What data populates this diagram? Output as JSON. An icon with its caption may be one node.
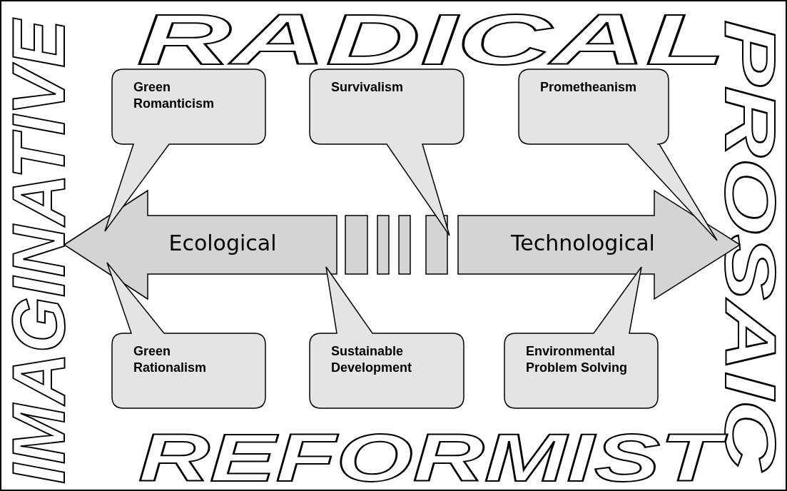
{
  "diagram": {
    "nodes": [
      {
        "text": [
          "Green Romanticism"
        ]
      },
      {
        "text": [
          "Survivalism"
        ]
      },
      {
        "text": [
          "Prometheanism"
        ]
      },
      {
        "text": [
          "Ecological"
        ]
      },
      {
        "text": [
          "Technological"
        ]
      },
      {
        "text": [
          "Green Rationalism"
        ]
      },
      {
        "text": [
          "Sustainable Development"
        ]
      },
      {
        "text": [
          "Environmental Problem Solving"
        ]
      }
    ],
    "labels": [
      "RADICAL",
      "IMAGINATIVE",
      "PROSAIC",
      "REFORMIST"
    ]
  }
}
